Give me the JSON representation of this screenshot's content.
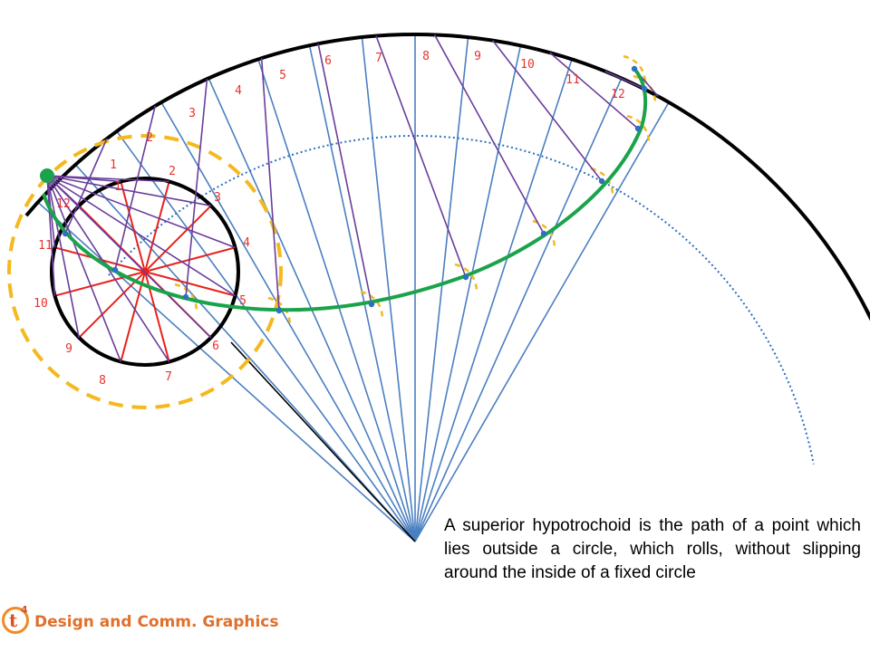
{
  "caption": "A superior hypotrochoid is the path of a point which lies outside a circle, which rolls, without slipping around the inside of a fixed circle",
  "logo": {
    "letter": "t",
    "superscript": "4",
    "text": "Design and Comm. Graphics"
  },
  "fixed_circle_labels": [
    "1",
    "2",
    "3",
    "4",
    "5",
    "6",
    "7",
    "8",
    "9",
    "10",
    "11",
    "12"
  ],
  "rolling_circle_labels": [
    "1",
    "2",
    "3",
    "4",
    "5",
    "6",
    "7",
    "8",
    "9",
    "10",
    "11",
    "12"
  ],
  "colors": {
    "fixed_arc": "#000000",
    "rolling_circle": "#000000",
    "locus_curve": "#1aa34a",
    "radial_lines": "#4a7fc1",
    "chords": "#6a3d9a",
    "diameters": "#e8221b",
    "dashed_circle": "#f5b81f",
    "centre_path": "#2e6fbf",
    "labels": "#e8322d",
    "start_point": "#1aa34a"
  }
}
